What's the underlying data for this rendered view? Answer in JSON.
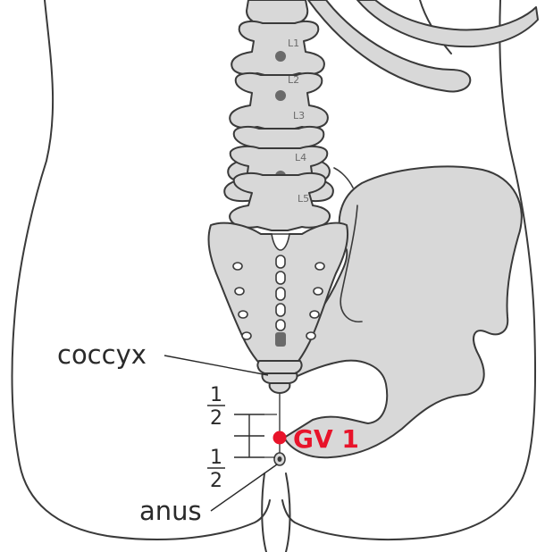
{
  "diagram": {
    "vertebra_labels": [
      "L1",
      "L2",
      "L3",
      "L4",
      "L5"
    ],
    "label_coccyx": "coccyx",
    "label_anus": "anus",
    "label_point": "GV 1",
    "fraction_top": {
      "numerator": "1",
      "denominator": "2"
    },
    "fraction_bottom": {
      "numerator": "1",
      "denominator": "2"
    }
  },
  "colors": {
    "bone_fill": "#d8d8d8",
    "outline": "#3a3a3a",
    "acupoint": "#e8132a",
    "marker_gray": "#6a6a6a"
  }
}
